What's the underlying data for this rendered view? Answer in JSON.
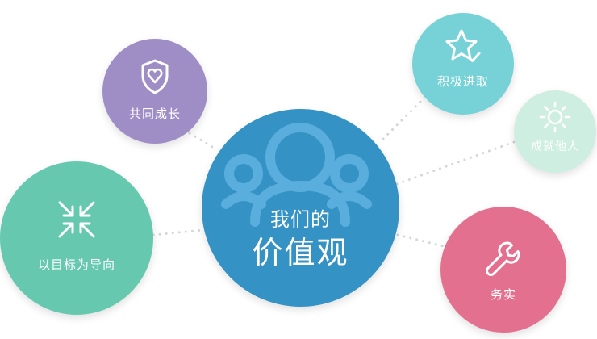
{
  "center": {
    "line1": "我们的",
    "line2": "价值观",
    "icon": "people-group-icon",
    "color": "#3592c4"
  },
  "values": {
    "gongtong": {
      "label": "共同成长",
      "icon": "shield-heart-icon",
      "color": "#9f8dc6"
    },
    "jiji": {
      "label": "积极进取",
      "icon": "star-check-icon",
      "color": "#76d2d6"
    },
    "chengjiu": {
      "label": "成就他人",
      "icon": "sun-icon",
      "color": "#cdeee0"
    },
    "yimubiao": {
      "label": "以目标为导向",
      "icon": "arrows-converge-icon",
      "color": "#67c8b0"
    },
    "wushi": {
      "label": "务实",
      "icon": "wrench-icon",
      "color": "#e4708f"
    }
  }
}
